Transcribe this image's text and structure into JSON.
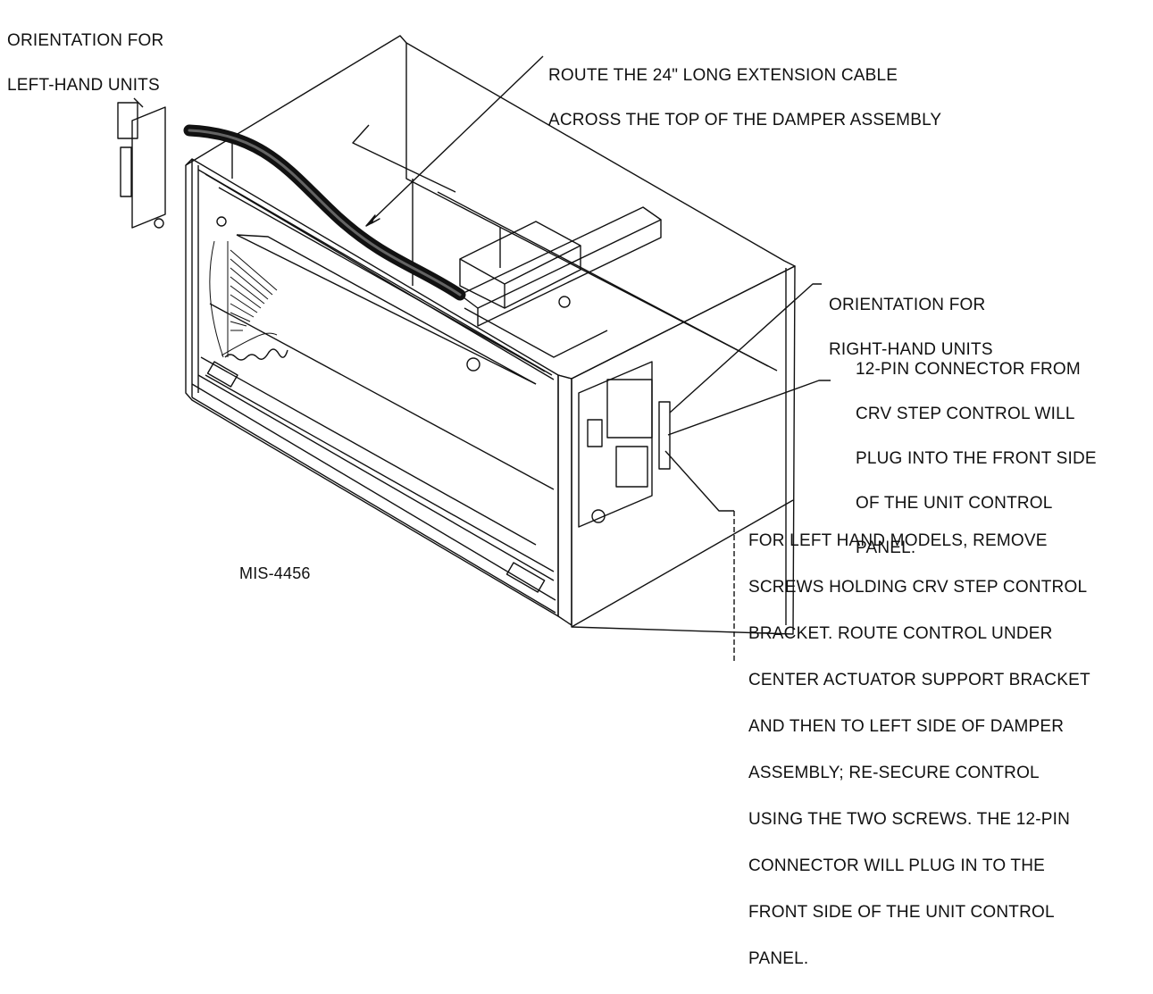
{
  "labels": {
    "left_orientation": [
      "ORIENTATION FOR",
      "LEFT-HAND UNITS"
    ],
    "cable_route": [
      "ROUTE THE 24\" LONG EXTENSION CABLE",
      "ACROSS THE TOP OF THE DAMPER ASSEMBLY"
    ],
    "right_orientation": [
      "ORIENTATION FOR",
      "RIGHT-HAND UNITS"
    ],
    "connector_note": [
      "12-PIN CONNECTOR FROM",
      "CRV STEP CONTROL WILL",
      "PLUG INTO THE FRONT SIDE",
      "OF THE UNIT CONTROL",
      "PANEL."
    ],
    "left_hand_note": [
      "FOR LEFT HAND MODELS, REMOVE",
      "SCREWS HOLDING CRV STEP CONTROL",
      "BRACKET. ROUTE CONTROL UNDER",
      "CENTER ACTUATOR SUPPORT BRACKET",
      "AND THEN TO LEFT SIDE OF DAMPER",
      "ASSEMBLY; RE-SECURE CONTROL",
      "USING THE TWO SCREWS. THE 12-PIN",
      "CONNECTOR WILL PLUG IN TO THE",
      "FRONT SIDE OF THE UNIT CONTROL",
      "PANEL."
    ],
    "drawing_code": "MIS-4456"
  },
  "colors": {
    "line": "#111111",
    "cable": "#111111",
    "background": "#ffffff"
  }
}
